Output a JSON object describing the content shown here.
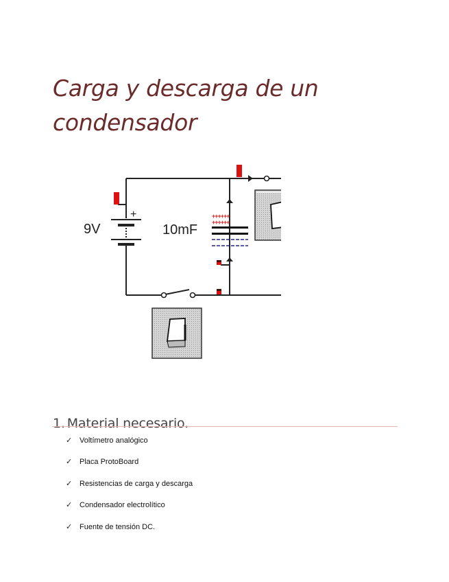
{
  "document": {
    "title_lines": [
      "Carga y descarga de un",
      "condensador"
    ],
    "figure": {
      "type": "circuit-diagram",
      "battery_label": "9V",
      "battery_polarity": "+",
      "capacitor_label": "10mF",
      "colors": {
        "wire": "#222222",
        "probe": "#dd1111",
        "positive_charge": "#cc2222",
        "negative_charge": "#222288",
        "lamp": "#f2ee22",
        "switch_box": "#cfcfcf"
      }
    },
    "section": {
      "number": "1.",
      "heading": "Material necesario.",
      "items": [
        {
          "icon": "checkmark-icon",
          "label": "Voltímetro analógico"
        },
        {
          "icon": "checkmark-icon",
          "label": "Placa ProtoBoard"
        },
        {
          "icon": "checkmark-icon",
          "label": "Resistencias de carga y descarga"
        },
        {
          "icon": "checkmark-icon",
          "label": "Condensador electrolítico"
        },
        {
          "icon": "checkmark-icon",
          "label": "Fuente de tensión DC."
        }
      ]
    },
    "colors": {
      "title": "#6b2b2b",
      "heading": "#444444",
      "rule": "#e6b8b0"
    }
  }
}
